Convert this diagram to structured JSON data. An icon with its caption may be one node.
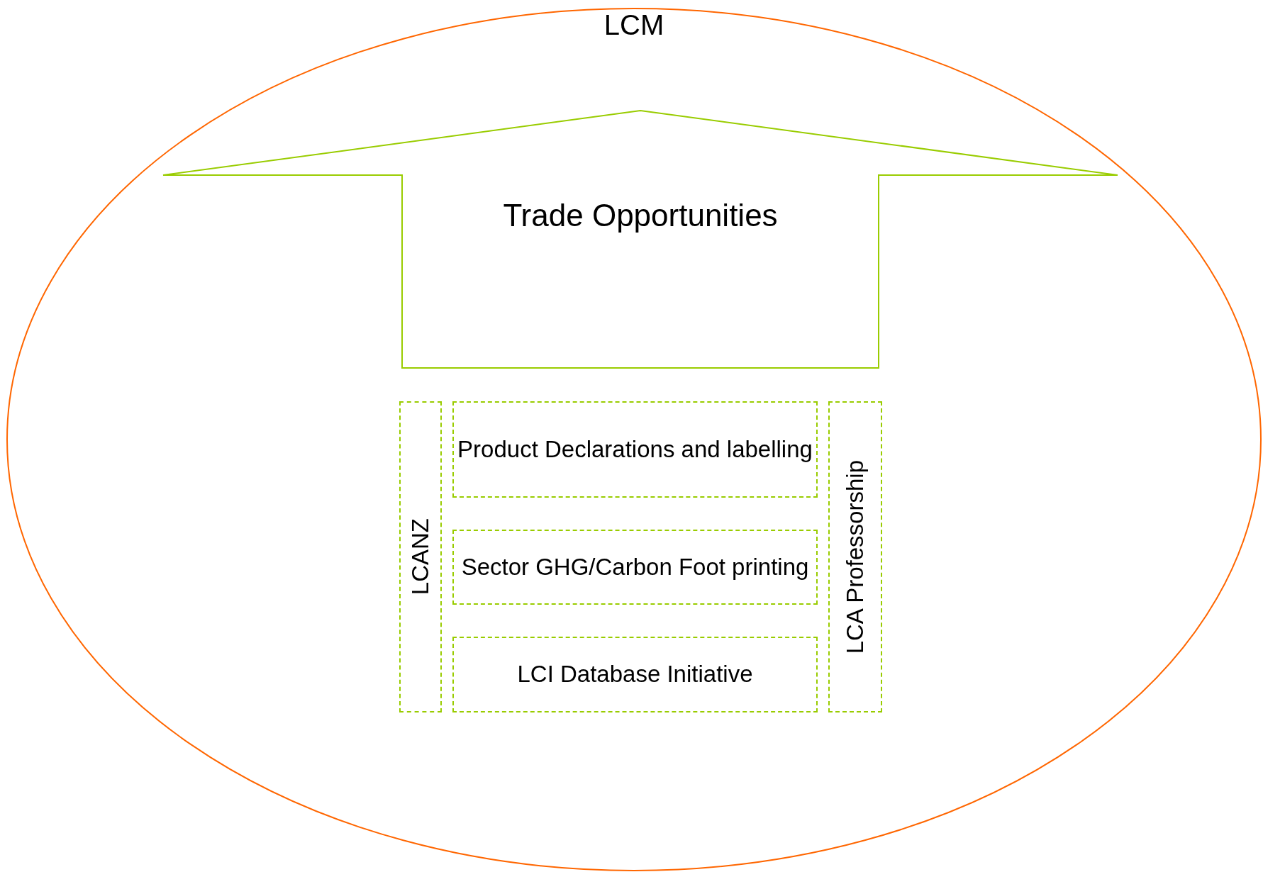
{
  "diagram": {
    "nodes": [
      {
        "text": [
          "LCM"
        ]
      },
      {
        "text": [
          "Trade Opportunities"
        ],
        "in": 0
      },
      {
        "text": [
          "LCANZ"
        ],
        "in": 0
      },
      {
        "text": [
          "Product Declarations and labelling"
        ],
        "in": 0
      },
      {
        "text": [
          "Sector GHG/Carbon Foot printing"
        ],
        "in": 0
      },
      {
        "text": [
          "LCI Database Initiative"
        ],
        "in": 0
      },
      {
        "text": [
          "LCA Professorship"
        ],
        "in": 0
      }
    ],
    "edges": []
  }
}
